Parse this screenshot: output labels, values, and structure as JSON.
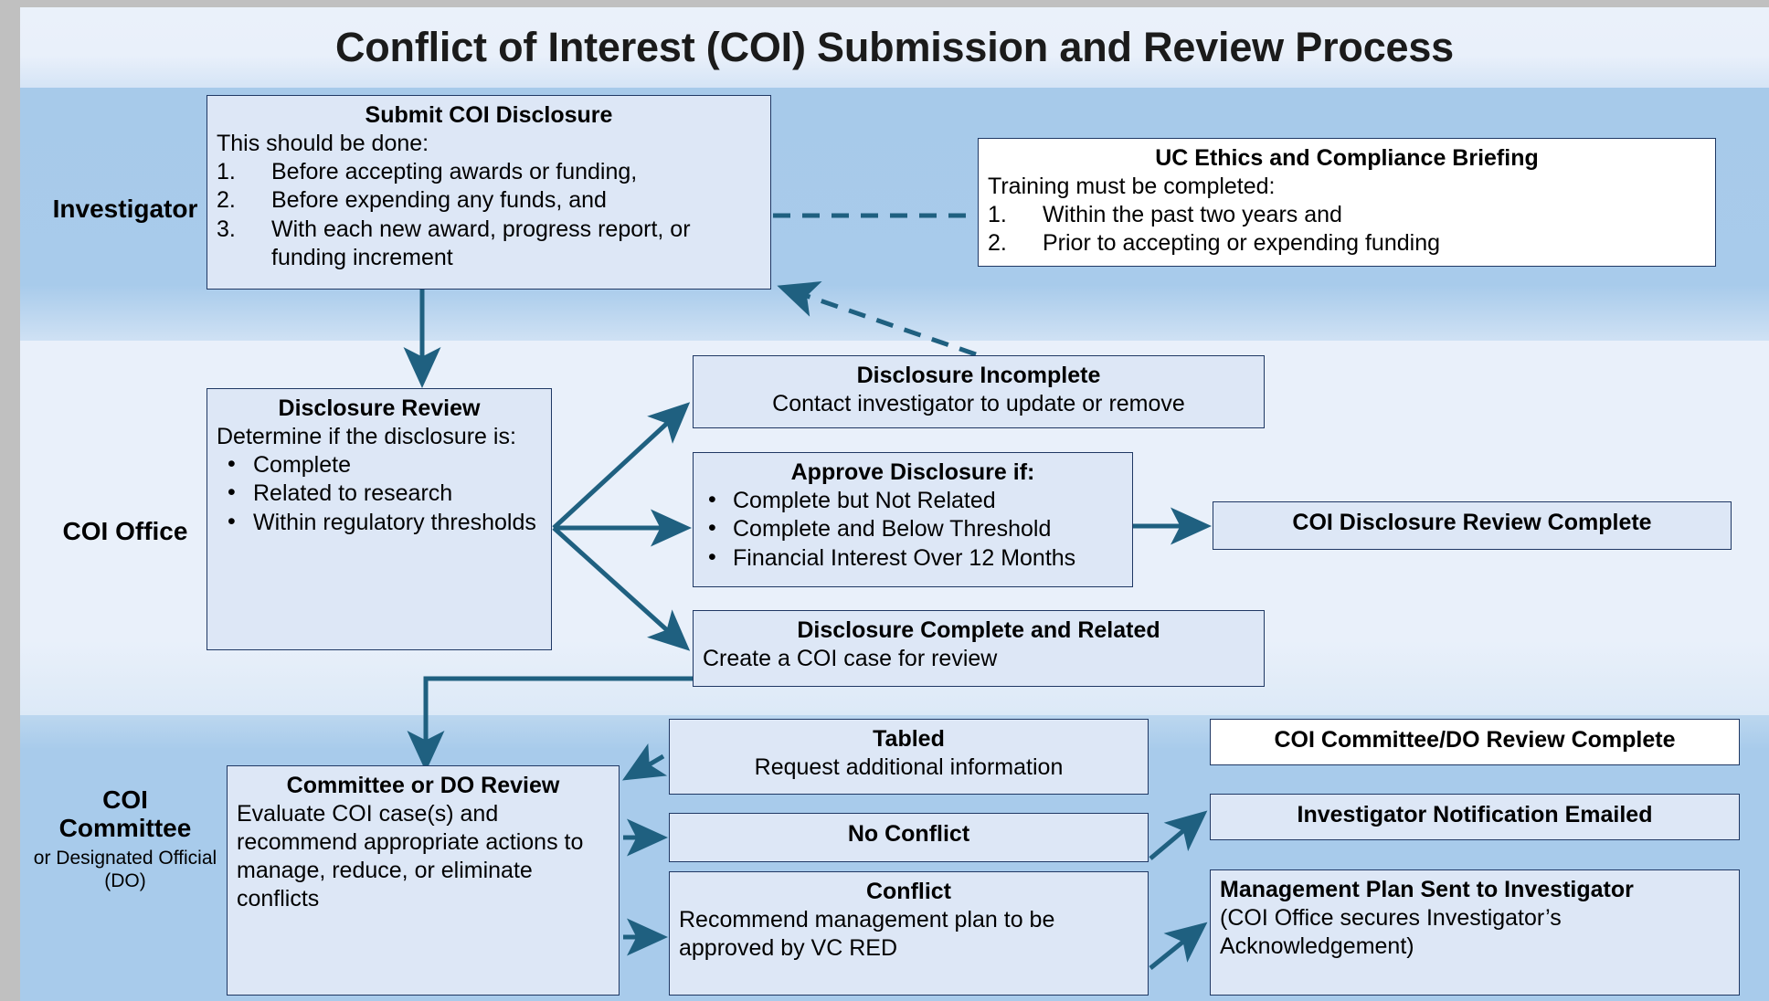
{
  "title": "Conflict of Interest (COI) Submission and Review Process",
  "lanes": [
    {
      "name": "investigator",
      "label": "Investigator",
      "sublabel": ""
    },
    {
      "name": "coi-office",
      "label": "COI Office",
      "sublabel": ""
    },
    {
      "name": "coi-committee",
      "label": "COI\nCommittee",
      "label_line1": "COI",
      "label_line2": "Committee",
      "sublabel": "or Designated Official (DO)"
    }
  ],
  "nodes": {
    "submit": {
      "heading": "Submit COI Disclosure",
      "intro": "This should be done:",
      "items": [
        {
          "num": "1.",
          "text": "Before accepting awards or funding,"
        },
        {
          "num": "2.",
          "text": "Before expending any funds, and"
        },
        {
          "num": "3.",
          "text": "With each new award, progress report, or funding increment"
        }
      ]
    },
    "ethics": {
      "heading": "UC Ethics and Compliance Briefing",
      "intro": "Training must be completed:",
      "items": [
        {
          "num": "1.",
          "text": "Within the past two years and"
        },
        {
          "num": "2.",
          "text": "Prior to accepting or expending funding"
        }
      ]
    },
    "review": {
      "heading": "Disclosure Review",
      "intro": "Determine if the disclosure is:",
      "bullets": [
        "Complete",
        "Related to research",
        "Within regulatory thresholds"
      ]
    },
    "incomplete": {
      "heading": "Disclosure Incomplete",
      "body": "Contact investigator to update or remove"
    },
    "approve": {
      "heading": "Approve Disclosure if:",
      "bullets": [
        "Complete but Not Related",
        "Complete and Below Threshold",
        "Financial Interest Over 12 Months"
      ]
    },
    "complete_related": {
      "heading": "Disclosure Complete and Related",
      "body": "Create a COI case for review"
    },
    "review_complete": {
      "heading": "COI Disclosure Review Complete"
    },
    "committee_review": {
      "heading": "Committee or DO Review",
      "body": "Evaluate COI case(s) and recommend appropriate actions to manage, reduce, or eliminate conflicts"
    },
    "tabled": {
      "heading": "Tabled",
      "body": "Request additional information"
    },
    "no_conflict": {
      "heading": "No Conflict"
    },
    "conflict": {
      "heading": "Conflict",
      "body": "Recommend management plan to be approved by VC RED"
    },
    "do_review_complete": {
      "heading": "COI Committee/DO Review Complete"
    },
    "notification": {
      "heading": "Investigator Notification Emailed"
    },
    "management_plan": {
      "heading": "Management Plan Sent to Investigator",
      "body": "(COI Office secures Investigator’s Acknowledgement)"
    }
  },
  "colors": {
    "connector": "#1f6080",
    "box_fill": "#dde7f6",
    "box_border": "#1f3864",
    "band_investigator": "#a8cbeb",
    "band_office": "#e9f0fa",
    "band_committee": "#a8cbeb",
    "header_band": "#eaf1fa",
    "page_background": "#c0c0c0"
  }
}
